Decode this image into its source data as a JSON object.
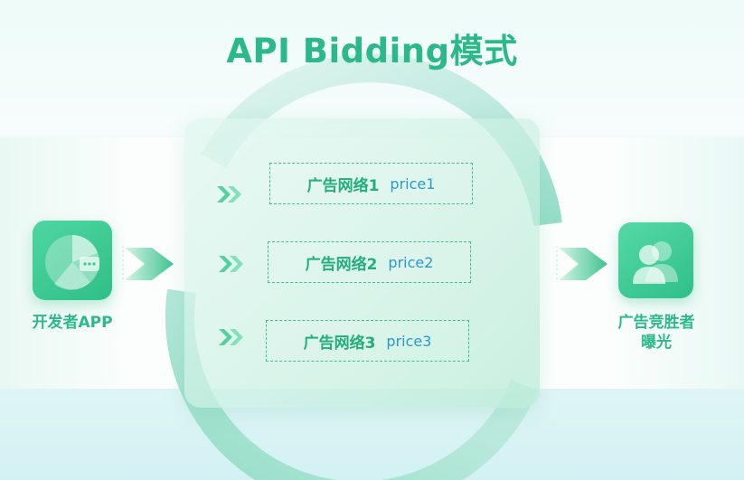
{
  "title": "API Bidding模式",
  "developer_app": {
    "label": "开发者APP",
    "icon": "pie-chart-icon"
  },
  "ad_networks": [
    {
      "name": "广告网络1",
      "price": "price1"
    },
    {
      "name": "广告网络2",
      "price": "price2"
    },
    {
      "name": "广告网络3",
      "price": "price3"
    }
  ],
  "winner": {
    "label_line1": "广告竞胜者",
    "label_line2": "曝光",
    "icon": "users-icon"
  },
  "colors": {
    "accent": "#2cb98a",
    "price": "#2a9ac9",
    "dash": "#3fbf8f"
  }
}
